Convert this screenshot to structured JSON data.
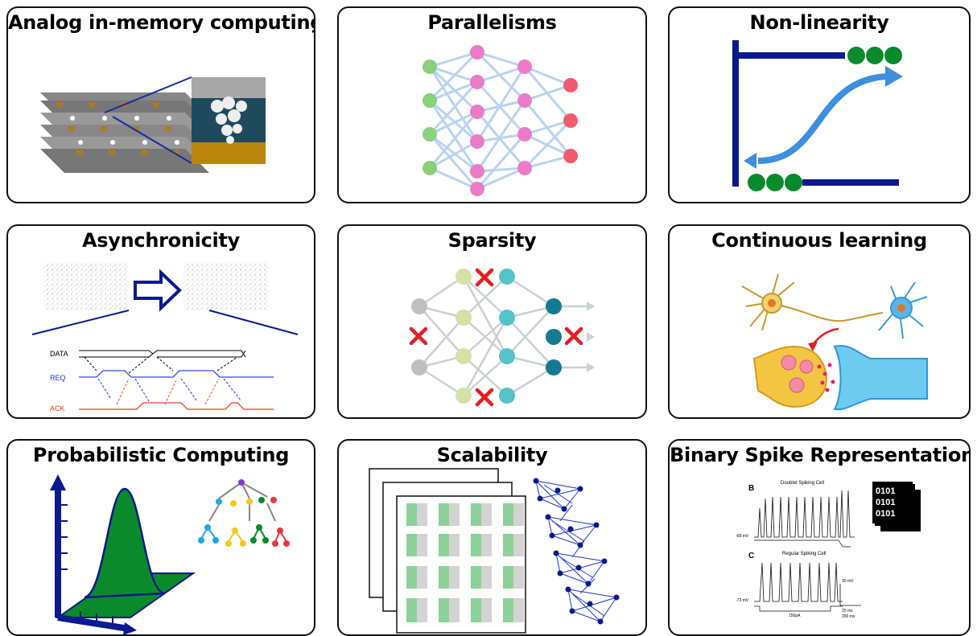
{
  "panels": [
    {
      "id": "analog",
      "title": "Analog in-memory computing"
    },
    {
      "id": "parallel",
      "title": "Parallelisms"
    },
    {
      "id": "nonlin",
      "title": "Non-linearity"
    },
    {
      "id": "async",
      "title": "Asynchronicity",
      "signals": {
        "data": "DATA",
        "req": "REQ",
        "ack": "ACK"
      }
    },
    {
      "id": "sparsity",
      "title": "Sparsity"
    },
    {
      "id": "continuous",
      "title": "Continuous learning"
    },
    {
      "id": "prob",
      "title": "Probabilistic Computing"
    },
    {
      "id": "scal",
      "title": "Scalability"
    },
    {
      "id": "binary",
      "title": "Binary Spike Representation",
      "traces": {
        "b_letter": "B",
        "b_title": "Doublet Spiking Cell",
        "b_mv": "-68 mV",
        "c_letter": "C",
        "c_title": "Regular Spiking Cell",
        "c_mv": "-73 mV",
        "c_current": "150pA",
        "scale_mv": "30 mV",
        "scale_ms": "20 ms",
        "scale_bottom": "200 ms"
      },
      "bits": [
        "0101",
        "0101",
        "0101"
      ]
    }
  ],
  "colors": {
    "navy": "#0b1a8c",
    "green": "#0a8a2a",
    "blue_arrow": "#3d8fe0",
    "red": "#e31e24"
  }
}
